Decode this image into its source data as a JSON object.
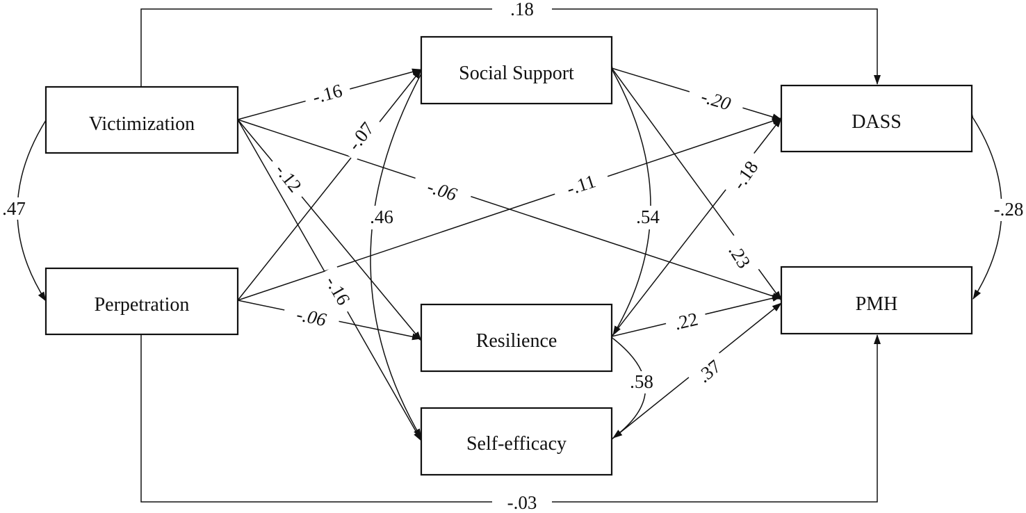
{
  "nodes": {
    "victimization": "Victimization",
    "perpetration": "Perpetration",
    "social_support": "Social Support",
    "resilience": "Resilience",
    "self_efficacy": "Self-efficacy",
    "dass": "DASS",
    "pmh": "PMH"
  },
  "coefficients": {
    "vict_dass_top": ".18",
    "perp_pmh_bottom": "-.03",
    "vict_perp_cov": ".47",
    "dass_pmh_cov": "-.28",
    "vict_social": "-.16",
    "perp_social": "-.07",
    "vict_resilience": "-.12",
    "vict_selfeff": "-.16",
    "vict_pmh": "-.06",
    "perp_dass": "-.11",
    "perp_resilience": "-.06",
    "social_resil_cov": ".54",
    "social_selfeff_cov": ".46",
    "resil_selfeff_cov": ".58",
    "social_dass": "-.20",
    "social_pmh": ".23",
    "resil_dass": "-.18",
    "resil_pmh": ".22",
    "selfeff_pmh": ".37"
  }
}
